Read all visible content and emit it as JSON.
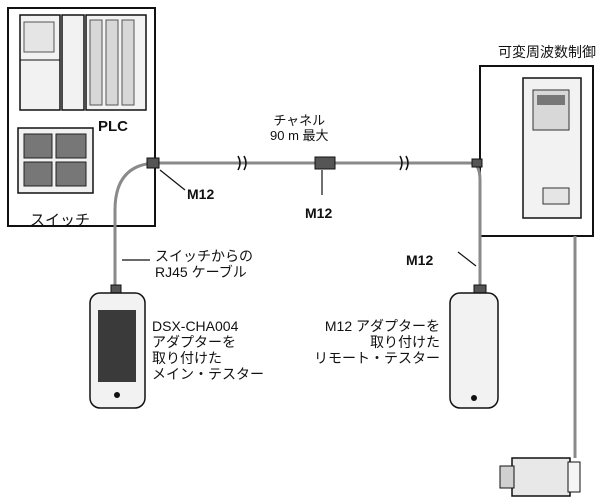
{
  "labels": {
    "vfd_title": "可変周波数制御",
    "plc": "PLC",
    "channel_line1": "チャネル",
    "channel_line2": "90 m 最大",
    "switch": "スイッチ",
    "m12_left": "M12",
    "m12_center": "M12",
    "m12_right": "M12",
    "rj45_line1": "スイッチからの",
    "rj45_line2": "RJ45 ケーブル",
    "main_tester_line1": "DSX-CHA004",
    "main_tester_line2": "アダプターを",
    "main_tester_line3": "取り付けた",
    "main_tester_line4": "メイン・テスター",
    "remote_tester_line1": "M12 アダプターを",
    "remote_tester_line2": "取り付けた",
    "remote_tester_line3": "リモート・テスター"
  },
  "colors": {
    "line": "#111111",
    "cable": "#8a8a8a",
    "device_fill": "#f2f2f2",
    "device_dark": "#3a3a3a"
  }
}
